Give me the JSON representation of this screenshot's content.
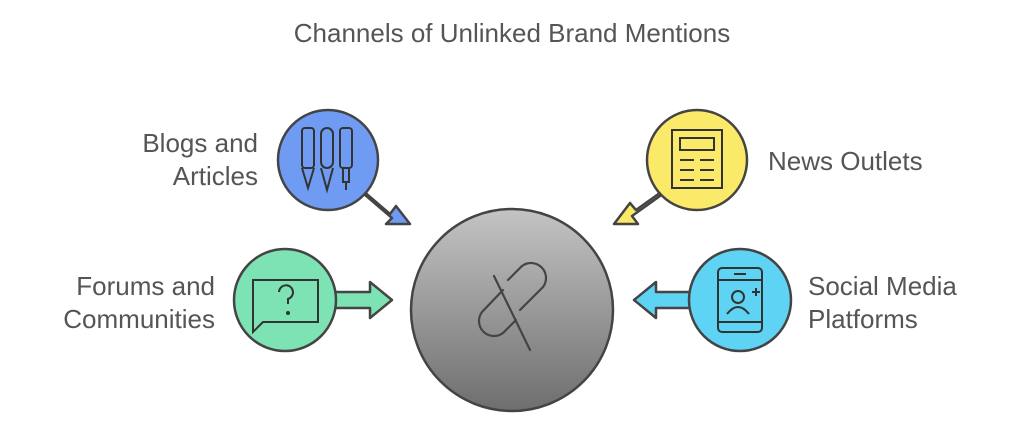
{
  "title": "Channels of Unlinked Brand Mentions",
  "nodes": {
    "blogs": {
      "line1": "Blogs and",
      "line2": "Articles",
      "color": "#6f9cf2",
      "icon": "pens-icon"
    },
    "news": {
      "line1": "News Outlets",
      "color": "#fbe96a",
      "icon": "newspaper-icon"
    },
    "forums": {
      "line1": "Forums and",
      "line2": "Communities",
      "color": "#7de3b5",
      "icon": "question-chat-icon"
    },
    "social": {
      "line1": "Social Media",
      "line2": "Platforms",
      "color": "#5fd3f3",
      "icon": "phone-add-user-icon"
    }
  },
  "center": {
    "icon": "broken-link-icon"
  }
}
